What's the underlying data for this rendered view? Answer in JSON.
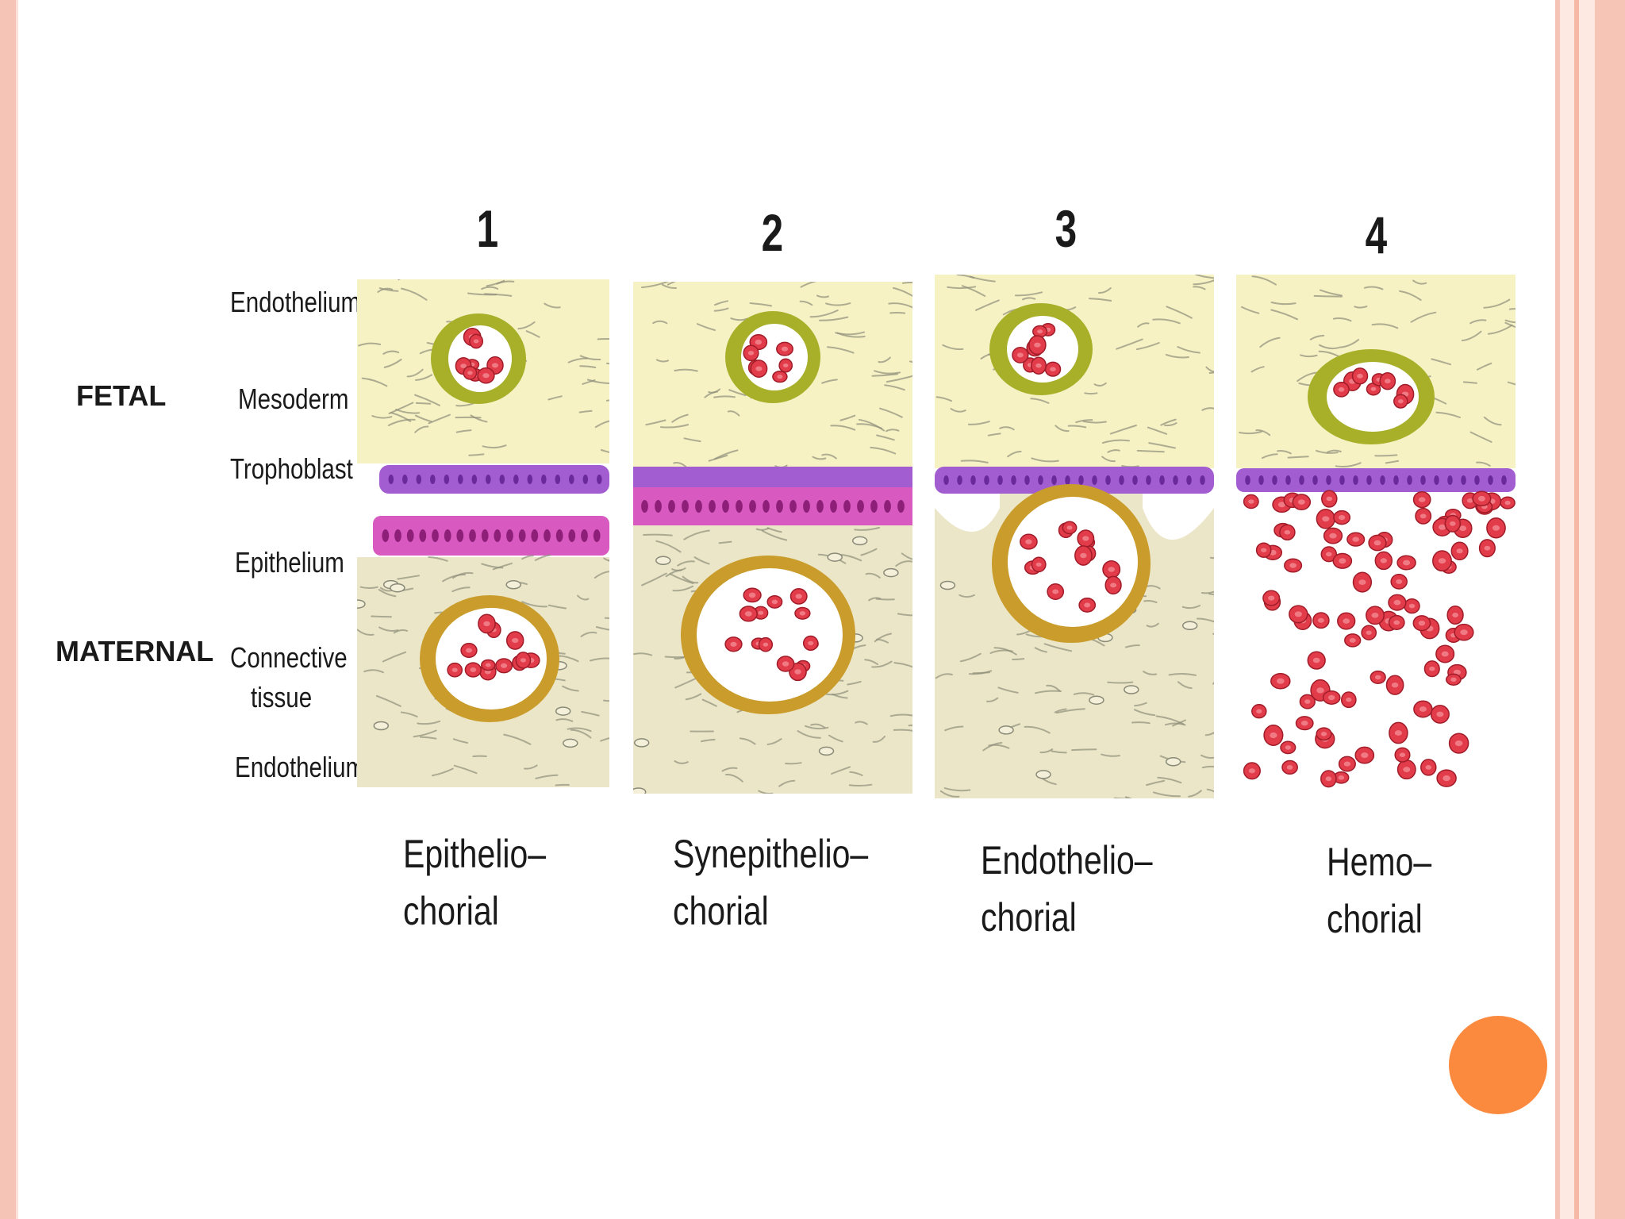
{
  "columns": [
    {
      "number": "1",
      "caption_line1": "Epithelio–",
      "caption_line2": "chorial"
    },
    {
      "number": "2",
      "caption_line1": "Synepithelio–",
      "caption_line2": "chorial"
    },
    {
      "number": "3",
      "caption_line1": "Endothelio–",
      "caption_line2": "chorial"
    },
    {
      "number": "4",
      "caption_line1": "Hemo–",
      "caption_line2": "chorial"
    }
  ],
  "groups": {
    "fetal": "FETAL",
    "maternal": "MATERNAL"
  },
  "layers": {
    "endothelium_top": "Endothelium",
    "mesoderm": "Mesoderm",
    "trophoblast": "Trophoblast",
    "epithelium": "Epithelium",
    "connective_line1": "Connective",
    "connective_line2": "tissue",
    "endothelium_bottom": "Endothelium"
  },
  "colors": {
    "fetal_tissue": "#f6f2c4",
    "maternal_tissue": "#ece6c8",
    "fiber": "#8f8f7a",
    "trophoblast": "#a25ed0",
    "epithelium": "#d85ac0",
    "fetal_capillary": "#a8b02a",
    "maternal_capillary": "#c99c2c",
    "blood_cell": "#e23b4a",
    "accent": "#fb8a3f"
  }
}
